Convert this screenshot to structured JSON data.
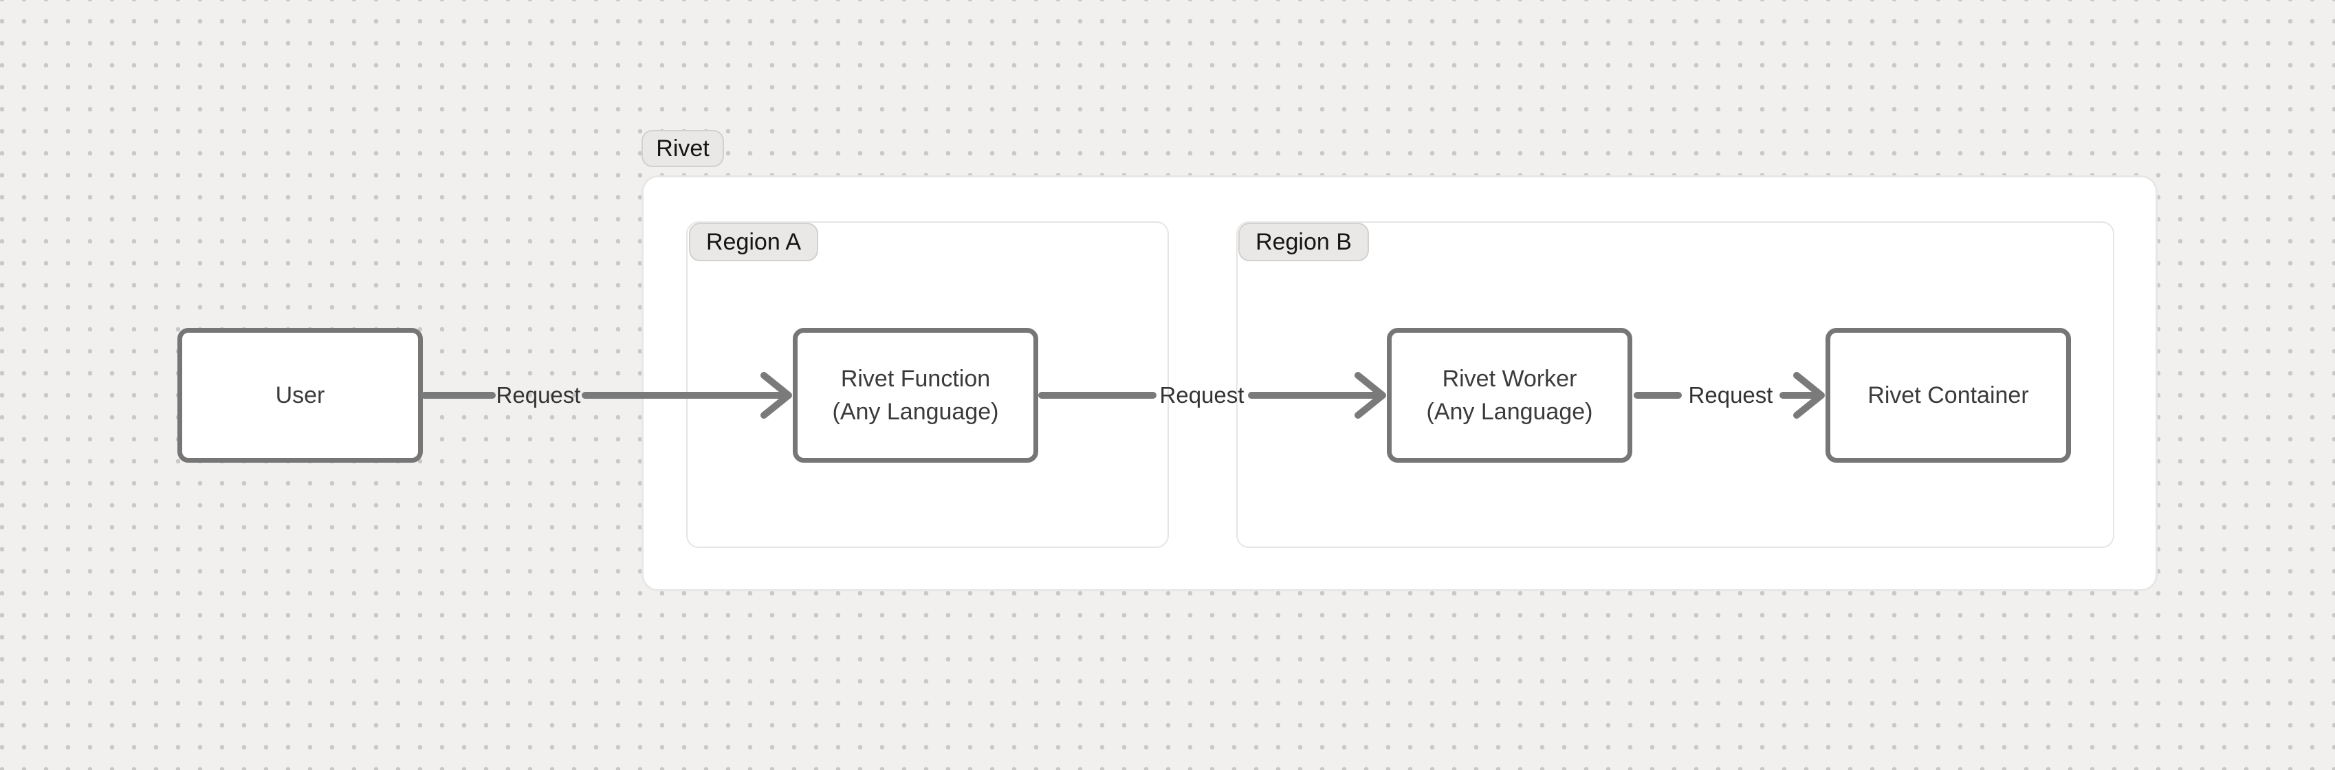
{
  "colors": {
    "canvas_background": "#f1f0ee",
    "canvas_dot": "#c9c8c6",
    "surface": "#ffffff",
    "surface_border": "#e8e7e5",
    "node_border": "#767676",
    "node_text": "#3b3b3b",
    "arrow": "#7a7a7a",
    "pill_background": "#e9e8e6",
    "pill_border": "#d2d1cf",
    "pill_text": "#151515"
  },
  "diagram": {
    "group": {
      "label": "Rivet"
    },
    "regions": [
      {
        "label": "Region A"
      },
      {
        "label": "Region B"
      }
    ],
    "nodes": [
      {
        "id": "user",
        "lines": [
          "User"
        ]
      },
      {
        "id": "rivet-function",
        "lines": [
          "Rivet Function",
          "(Any Language)"
        ]
      },
      {
        "id": "rivet-worker",
        "lines": [
          "Rivet Worker",
          "(Any Language)"
        ]
      },
      {
        "id": "rivet-container",
        "lines": [
          "Rivet Container"
        ]
      }
    ],
    "edges": [
      {
        "from": "user",
        "to": "rivet-function",
        "label": "Request"
      },
      {
        "from": "rivet-function",
        "to": "rivet-worker",
        "label": "Request"
      },
      {
        "from": "rivet-worker",
        "to": "rivet-container",
        "label": "Request"
      }
    ]
  }
}
